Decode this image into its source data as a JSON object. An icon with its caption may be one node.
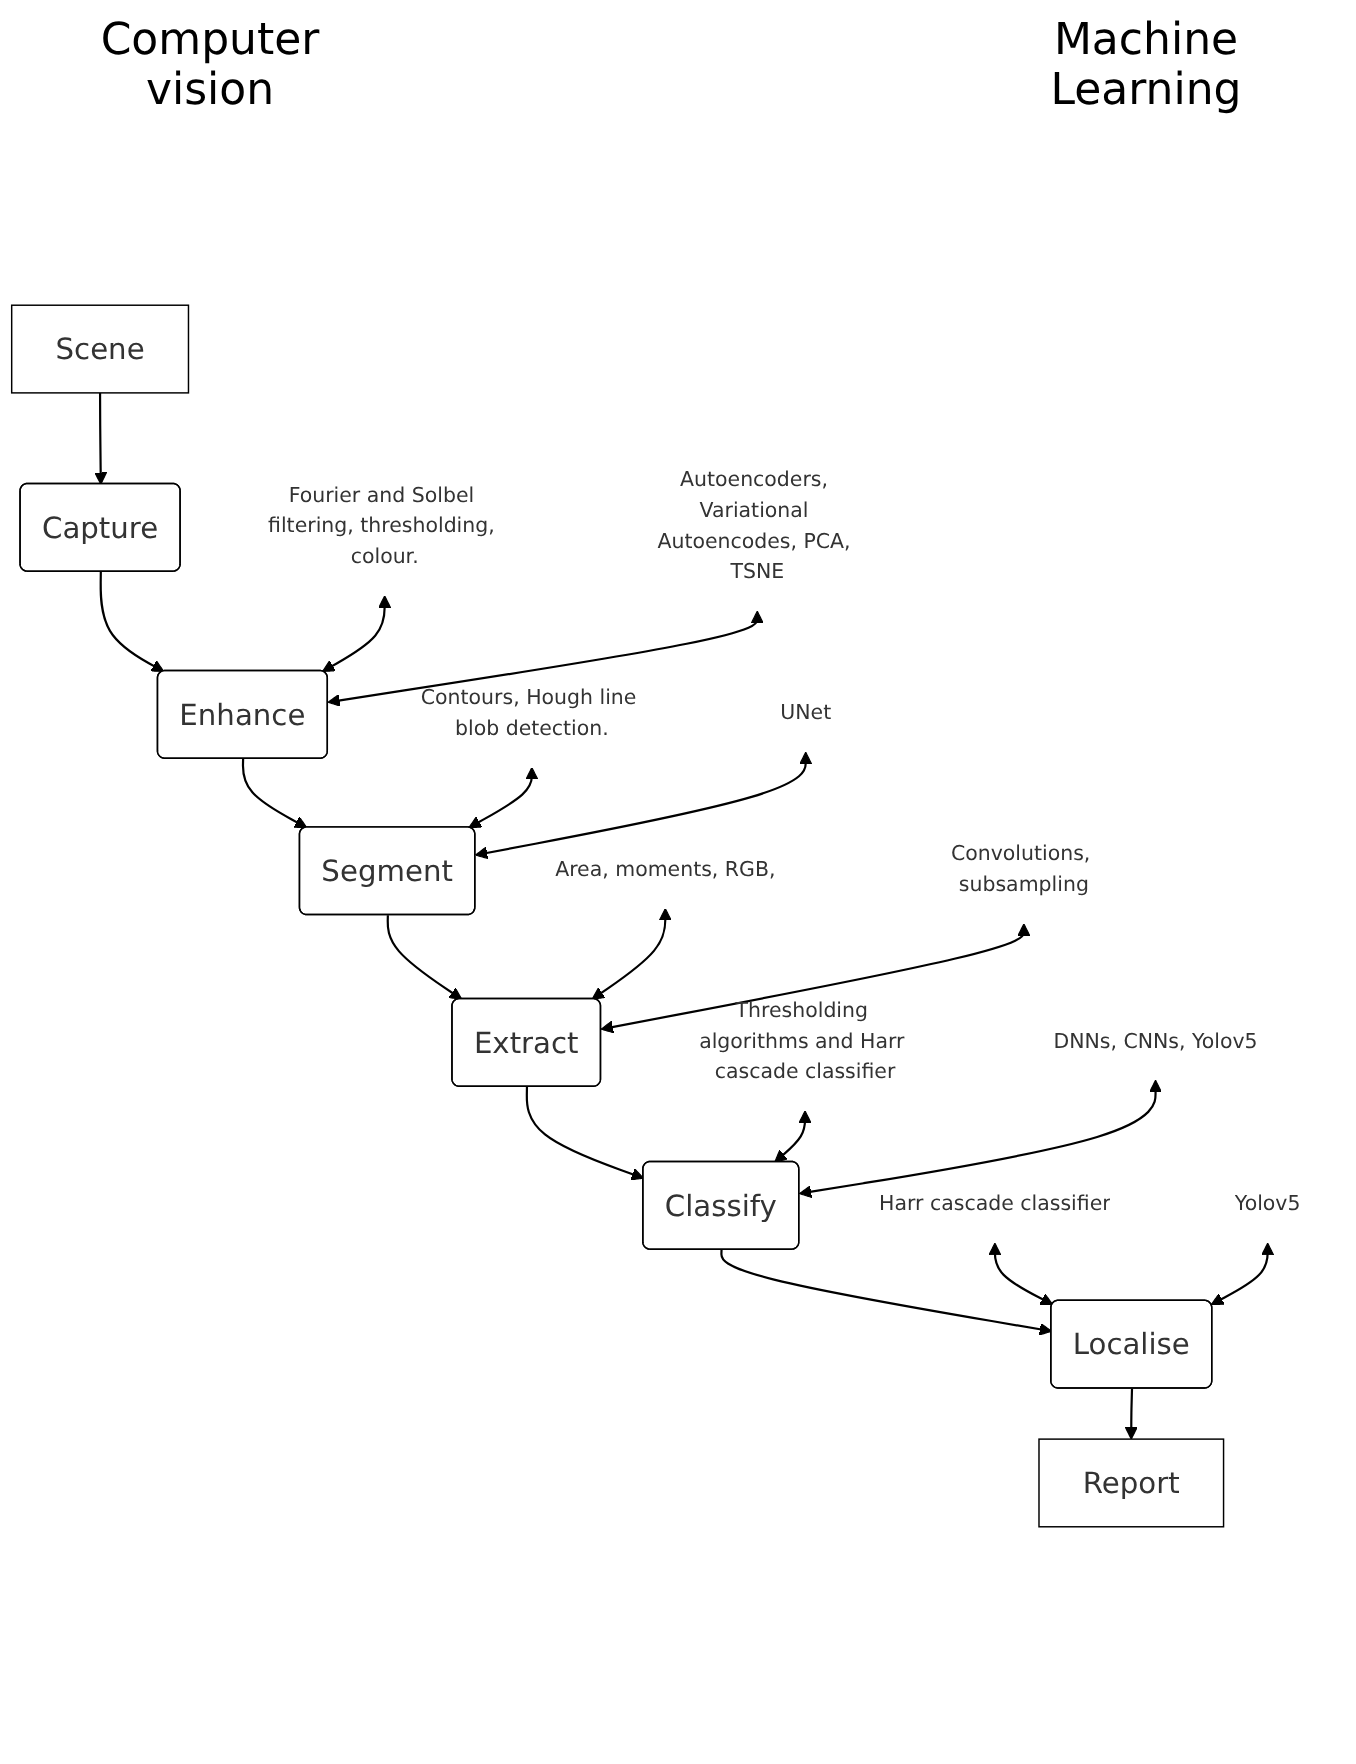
{
  "diagram": {
    "nodes": [
      {
        "text": [
          "Scene"
        ]
      },
      {
        "text": [
          "Capture"
        ]
      },
      {
        "text": [
          "Fourier and Solbel filtering, thresholding, colour."
        ]
      },
      {
        "text": [
          "Enhance"
        ]
      },
      {
        "text": [
          "Autoencoders, Variational Autoencodes, PCA, TSNE"
        ]
      },
      {
        "text": [
          "Contours, Hough line blob detection."
        ]
      },
      {
        "text": [
          "Segment"
        ]
      },
      {
        "text": [
          "UNet"
        ]
      },
      {
        "text": [
          "Area, moments, RGB,"
        ]
      },
      {
        "text": [
          "Extract"
        ]
      },
      {
        "text": [
          "Convolutions, subsampling"
        ]
      },
      {
        "text": [
          "Thresholding algorithms and Harr cascade classifier"
        ]
      },
      {
        "text": [
          "Classify"
        ]
      },
      {
        "text": [
          "DNNs, CNNs, Yolov5"
        ]
      },
      {
        "text": [
          "Harr cascade classifier"
        ]
      },
      {
        "text": [
          "Localise"
        ]
      },
      {
        "text": [
          "Yolov5"
        ]
      },
      {
        "text": [
          "Report"
        ]
      }
    ],
    "edges": [
      {
        "from": 0,
        "to": 1,
        "arrow": "to"
      },
      {
        "from": 1,
        "to": 3,
        "arrow": "to"
      },
      {
        "from": 2,
        "to": 3,
        "arrow": "both"
      },
      {
        "from": 4,
        "to": 3,
        "arrow": "both"
      },
      {
        "from": 3,
        "to": 6,
        "arrow": "to"
      },
      {
        "from": 5,
        "to": 6,
        "arrow": "both"
      },
      {
        "from": 7,
        "to": 6,
        "arrow": "both"
      },
      {
        "from": 6,
        "to": 9,
        "arrow": "to"
      },
      {
        "from": 8,
        "to": 9,
        "arrow": "both"
      },
      {
        "from": 10,
        "to": 9,
        "arrow": "both"
      },
      {
        "from": 9,
        "to": 12,
        "arrow": "to"
      },
      {
        "from": 11,
        "to": 12,
        "arrow": "both"
      },
      {
        "from": 13,
        "to": 12,
        "arrow": "both"
      },
      {
        "from": 12,
        "to": 15,
        "arrow": "to"
      },
      {
        "from": 14,
        "to": 15,
        "arrow": "both"
      },
      {
        "from": 16,
        "to": 15,
        "arrow": "both"
      },
      {
        "from": 15,
        "to": 17,
        "arrow": "to"
      }
    ],
    "labels": [
      "Computer vision",
      "Machine Learning"
    ]
  }
}
